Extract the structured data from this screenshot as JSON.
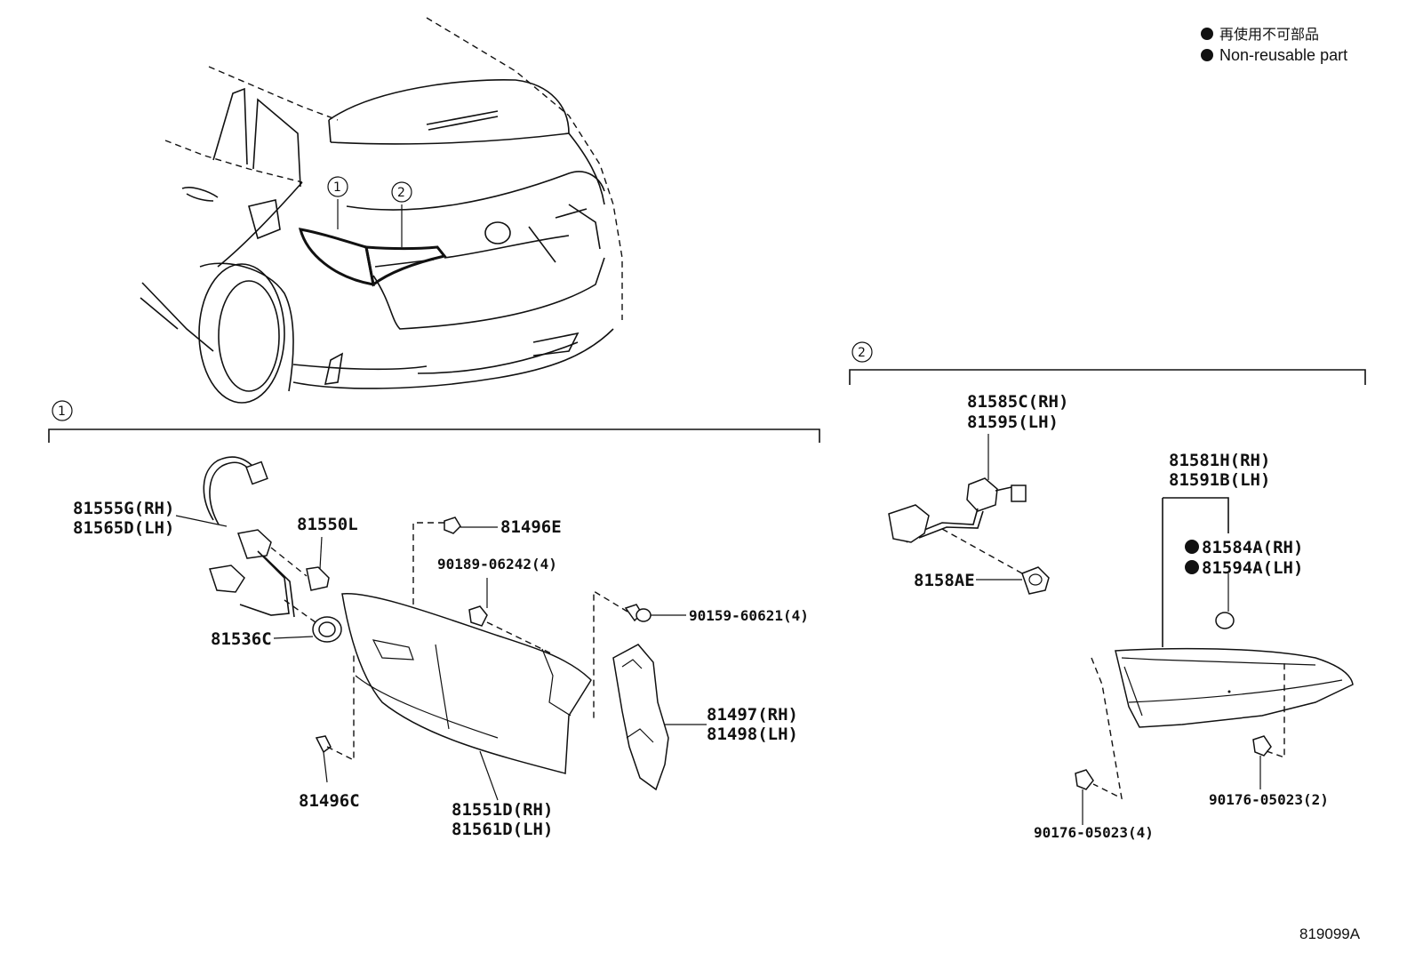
{
  "legend": {
    "line1": "再使用不可部品",
    "line2": "Non-reusable part"
  },
  "diagram_code": "819099A",
  "overview": {
    "callout1": "①",
    "callout2": "②"
  },
  "group1": {
    "marker": "①",
    "labels": {
      "p81555": "81555G(RH)",
      "p81565": "81565D(LH)",
      "p81550": "81550L",
      "p81496e": "81496E",
      "p90189": "90189-06242(4)",
      "p90159": "90159-60621(4)",
      "p81536": "81536C",
      "p81497": "81497(RH)",
      "p81498": "81498(LH)",
      "p81496c": "81496C",
      "p81551": "81551D(RH)",
      "p81561": "81561D(LH)"
    }
  },
  "group2": {
    "marker": "②",
    "labels": {
      "p81585": "81585C(RH)",
      "p81595": "81595(LH)",
      "p8158ae": "8158AE",
      "p81581": "81581H(RH)",
      "p81591": "81591B(LH)",
      "p81584": "81584A(RH)",
      "p81594": "81594A(LH)",
      "p90176a": "90176-05023(2)",
      "p90176b": "90176-05023(4)"
    }
  }
}
